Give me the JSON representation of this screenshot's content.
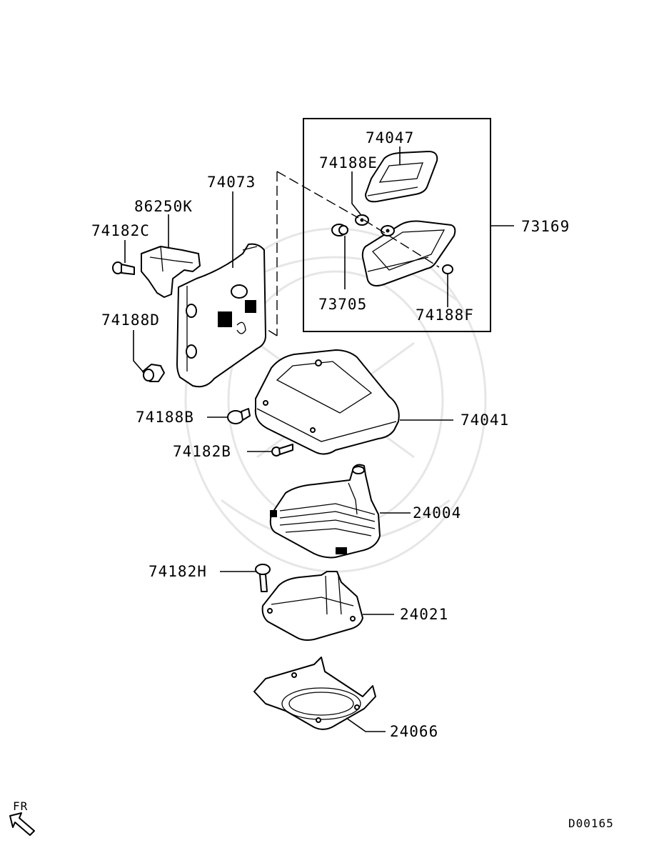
{
  "diagram": {
    "diagram_code": "D00165",
    "direction_label": "FR",
    "callouts": [
      {
        "id": "c-74047",
        "text": "74047"
      },
      {
        "id": "c-74188E",
        "text": "74188E"
      },
      {
        "id": "c-73169",
        "text": "73169"
      },
      {
        "id": "c-73705",
        "text": "73705"
      },
      {
        "id": "c-74188F",
        "text": "74188F"
      },
      {
        "id": "c-74073",
        "text": "74073"
      },
      {
        "id": "c-86250K",
        "text": "86250K"
      },
      {
        "id": "c-74182C",
        "text": "74182C"
      },
      {
        "id": "c-74188D",
        "text": "74188D"
      },
      {
        "id": "c-74041",
        "text": "74041"
      },
      {
        "id": "c-74188B",
        "text": "74188B"
      },
      {
        "id": "c-74182B",
        "text": "74182B"
      },
      {
        "id": "c-24004",
        "text": "24004"
      },
      {
        "id": "c-74182H",
        "text": "74182H"
      },
      {
        "id": "c-24021",
        "text": "24021"
      },
      {
        "id": "c-24066",
        "text": "24066"
      }
    ]
  }
}
